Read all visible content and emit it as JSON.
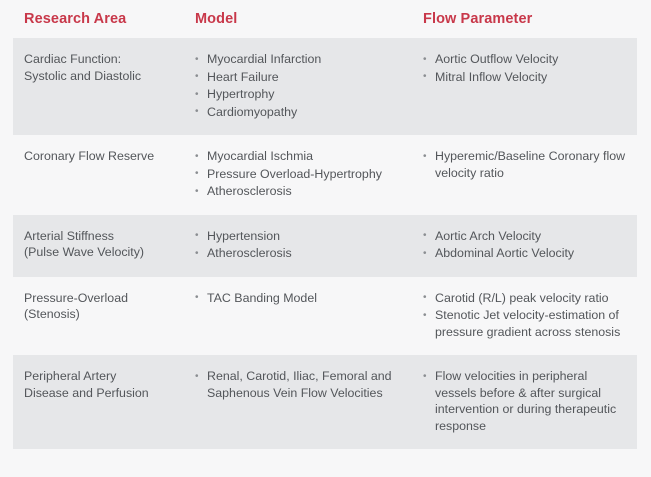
{
  "table": {
    "headers": {
      "research_area": "Research Area",
      "model": "Model",
      "flow_parameter": "Flow Parameter"
    },
    "header_color": "#c8384a",
    "shaded_row_color": "#e6e7e9",
    "page_background": "#f7f7f8",
    "body_text_color": "#53565a",
    "rows": [
      {
        "shaded": true,
        "research_area": "Cardiac Function:\nSystolic and Diastolic",
        "model": [
          "Myocardial Infarction",
          "Heart Failure",
          "Hypertrophy",
          "Cardiomyopathy"
        ],
        "flow_parameter": [
          "Aortic Outflow Velocity",
          "Mitral Inflow Velocity"
        ]
      },
      {
        "shaded": false,
        "research_area": "Coronary Flow Reserve",
        "model": [
          "Myocardial Ischmia",
          "Pressure Overload-Hypertrophy",
          "Atherosclerosis"
        ],
        "flow_parameter": [
          "Hyperemic/Baseline Coronary flow velocity ratio"
        ]
      },
      {
        "shaded": true,
        "research_area": "Arterial Stiffness\n(Pulse Wave Velocity)",
        "model": [
          "Hypertension",
          "Atherosclerosis"
        ],
        "flow_parameter": [
          "Aortic Arch Velocity",
          "Abdominal Aortic Velocity"
        ]
      },
      {
        "shaded": false,
        "research_area": "Pressure-Overload\n(Stenosis)",
        "model": [
          "TAC Banding Model"
        ],
        "flow_parameter": [
          "Carotid (R/L) peak velocity ratio",
          "Stenotic Jet velocity-estimation of pressure gradient across stenosis"
        ]
      },
      {
        "shaded": true,
        "research_area": "Peripheral Artery\nDisease and Perfusion",
        "model": [
          "Renal, Carotid, Iliac, Femoral and Saphenous Vein Flow Velocities"
        ],
        "flow_parameter": [
          "Flow velocities in peripheral vessels before & after surgical intervention or during therapeutic response"
        ]
      }
    ]
  }
}
